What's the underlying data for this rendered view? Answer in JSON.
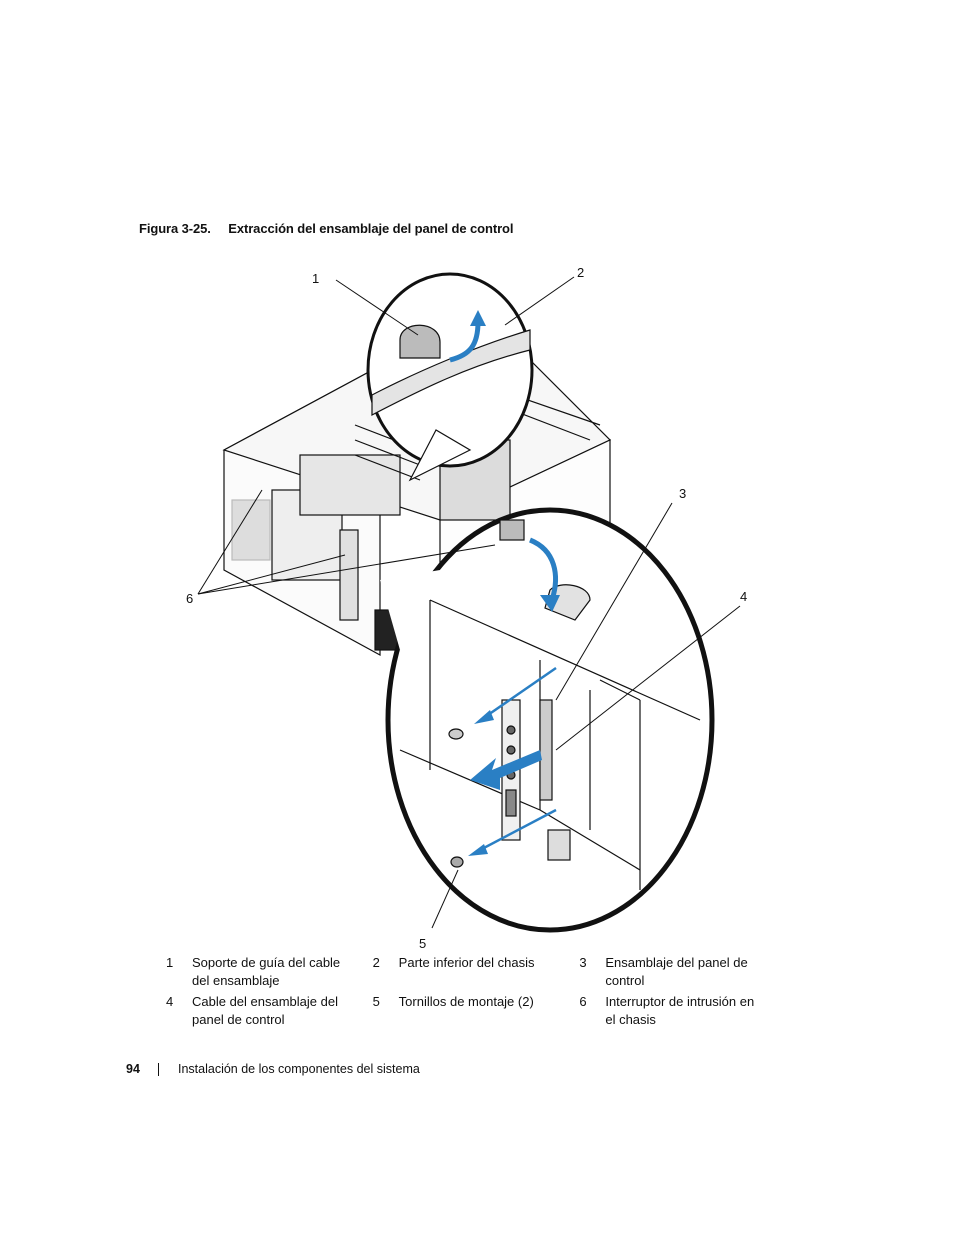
{
  "caption": {
    "figure_label": "Figura 3-25.",
    "title": "Extracción del ensamblaje del panel de control"
  },
  "callouts": [
    "1",
    "2",
    "3",
    "4",
    "5",
    "6"
  ],
  "legend": [
    {
      "num": "1",
      "text": "Soporte de guía del cable del ensamblaje"
    },
    {
      "num": "2",
      "text": "Parte inferior del chasis"
    },
    {
      "num": "3",
      "text": "Ensamblaje del panel de control"
    },
    {
      "num": "4",
      "text": "Cable del ensamblaje del panel de control"
    },
    {
      "num": "5",
      "text": "Tornillos de montaje (2)"
    },
    {
      "num": "6",
      "text": "Interruptor de intrusión en el chasis"
    }
  ],
  "footer": {
    "page_number": "94",
    "section": "Instalación de los componentes del sistema"
  },
  "colors": {
    "arrow_blue": "#2a7fc4",
    "line": "#111111"
  }
}
